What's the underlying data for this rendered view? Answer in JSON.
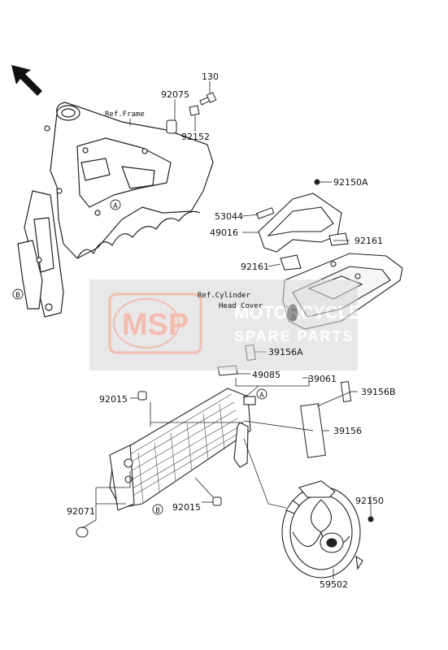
{
  "diagram": {
    "ref_labels": {
      "frame": "Ref.Frame",
      "cylinder_head_cover_line1": "Ref.Cylinder",
      "cylinder_head_cover_line2": "Head Cover"
    },
    "markers": {
      "a": "A",
      "b": "B"
    },
    "parts": {
      "p130": "130",
      "p92075": "92075",
      "p92152": "92152",
      "p92150A": "92150A",
      "p53044": "53044",
      "p49016": "49016",
      "p92161_upper": "92161",
      "p92161_lower": "92161",
      "p39156A": "39156A",
      "p49085": "49085",
      "p39061": "39061",
      "p92015_upper": "92015",
      "p39156B": "39156B",
      "p39156": "39156",
      "p92071": "92071",
      "p92015_lower": "92015",
      "p92150": "92150",
      "p59502": "59502"
    }
  },
  "watermark": {
    "logo": "MSP",
    "line1": "MOTORCYCLE",
    "line2": "SPARE PARTS"
  }
}
